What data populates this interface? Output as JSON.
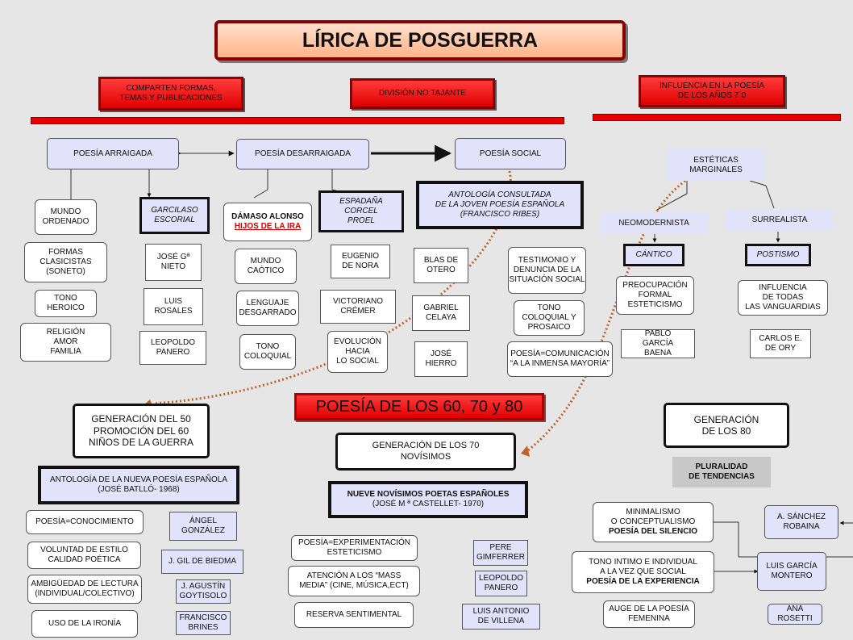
{
  "title": "LÍRICA DE POSGUERRA",
  "headers": {
    "comparten": "COMPARTEN FORMAS,\nTEMAS Y PUBLICACIONES",
    "division": "DIVISIÓN NO TAJANTE",
    "influencia": "INFLUENCIA EN LA POESÍA\nDE LOS AÑOS 7´0"
  },
  "top": {
    "arraigada": "POESÍA ARRAIGADA",
    "desarraigada": "POESÍA DESARRAIGADA",
    "social": "POESÍA SOCIAL",
    "marginales": "ESTÉTICAS\nMARGINALES",
    "neomodernista": "NEOMODERNISTA",
    "surrealista": "SURREALISTA"
  },
  "arraigada": {
    "mundo_ordenado": "MUNDO\nORDENADO",
    "formas": "FORMAS\nCLASICISTAS\n(SONETO)",
    "tono": "TONO\nHEROICO",
    "religion": "RELIGIÓN\nAMOR\nFAMILIA",
    "garcilaso": "GARCILASO\nESCORIAL",
    "jose_nieto": "JOSÉ Gª\nNIETO",
    "luis_rosales": "LUIS\nROSALES",
    "leopoldo_panero": "LEOPOLDO\nPANERO"
  },
  "desarraigada": {
    "damaso": "DÁMASO ALONSO",
    "hijos": "HIJOS DE LA IRA",
    "mundo_caotico": "MUNDO\nCAÓTICO",
    "lenguaje": "LENGUAJE\nDESGARRADO",
    "tono_coloquial": "TONO\nCOLOQUIAL",
    "espadana": "ESPADAÑA\nCORCEL\nPROEL",
    "eugenio": "EUGENIO\nDE NORA",
    "victoriano": "VICTORIANO\nCRÉMER",
    "evolucion": "EVOLUCIÓN\nHACIA\nLO SOCIAL"
  },
  "social": {
    "antologia": "ANTOLOGÍA CONSULTADA\nDE LA JOVEN POESÍA ESPAÑOLA\n(FRANCISCO RIBES)",
    "blas": "BLAS DE\nOTERO",
    "gabriel": "GABRIEL\nCELAYA",
    "jose_hierro": "JOSÉ\nHIERRO",
    "testimonio": "TESTIMONIO Y\nDENUNCIA DE LA\nSITUACIÓN SOCIAL",
    "tono": "TONO\nCOLOQUIAL Y\nPROSAICO",
    "comunicacion": "POESÍA=COMUNICACIÓN\n“A LA INMENSA MAYORÍA”"
  },
  "marginales": {
    "cantico": "CÁNTICO",
    "preocupacion": "PREOCUPACIÓN\nFORMAL\nESTETICISMO",
    "pablo": "PABLO\nGARCÍA\nBAENA",
    "postismo": "POSTISMO",
    "influencia_vang": "INFLUENCIA\nDE TODAS\nLAS VANGUARDIAS",
    "carlos": "CARLOS E.\nDE ORY"
  },
  "poesia60": "POESÍA DE LOS 60, 70 y 80",
  "gen50": {
    "title": "GENERACIÓN  DEL 50\nPROMOCIÓN  DEL 60\nNIÑOS  DE LA GUERRA",
    "antologia": "ANTOLOGÍA DE LA NUEVA  POESÍA ESPAÑOLA\n(JOSÉ BATLLÓ- 1968)",
    "conocimiento": "POESÍA=CONOCIMIENTO",
    "voluntad": "VOLUNTAD DE ESTILO\nCALIDAD POÉTICA",
    "ambiguedad": "AMBIGÜEDAD DE LECTURA\n(INDIVIDUAL/COLECTIVO)",
    "ironia": "USO DE LA IRONÍA",
    "angel": "ÁNGEL\nGONZÁLEZ",
    "gil": "J. GIL DE BIEDMA",
    "agustin": "J. AGUSTÍN\nGOYTISOLO",
    "brines": "FRANCISCO\nBRINES"
  },
  "gen70": {
    "title": "GENERACIÓN  DE LOS 70\nNOVÍSIMOS",
    "nueve": "NUEVE NOVÍSIMOS POETAS ESPAÑOLES",
    "castellet": "(JOSÉ M ª CASTELLET- 1970)",
    "experimentacion": "POESÍA=EXPERIMENTACIÓN\nESTETICISMO",
    "atencion": "ATENCIÓN A LOS “MASS\nMEDIA” (CINE, MÚSICA,ECT)",
    "reserva": "RESERVA SENTIMENTAL",
    "pere": "PERE\nGIMFERRER",
    "leopoldo": "LEOPOLDO\nPANERO",
    "villena": "LUIS ANTONIO\nDE VILLENA"
  },
  "gen80": {
    "title": "GENERACIÓN\nDE LOS 80",
    "pluralidad": "PLURALIDAD\nDE TENDENCIAS",
    "minimalismo": "MINIMALISMO\nO CONCEPTUALISMO",
    "silencio": "POESÍA DEL SILENCIO",
    "tono_intimo": "TONO INTIMO E INDIVIDUAL\nA LA VEZ QUE SOCIAL",
    "experiencia": "POESÍA DE LA  EXPERIENCIA",
    "auge": "AUGE DE LA POESÍA\nFEMENINA",
    "sanchez": "A. SÁNCHEZ\nROBAINA",
    "garcia_montero": "LUIS GARCÍA\nMONTERO",
    "ana": "ANA\nROSETTI"
  },
  "colors": {
    "red": "#e80000",
    "lavender": "#e3e2fb",
    "curve": "#c0622a",
    "gray": "#c8c8c8"
  }
}
